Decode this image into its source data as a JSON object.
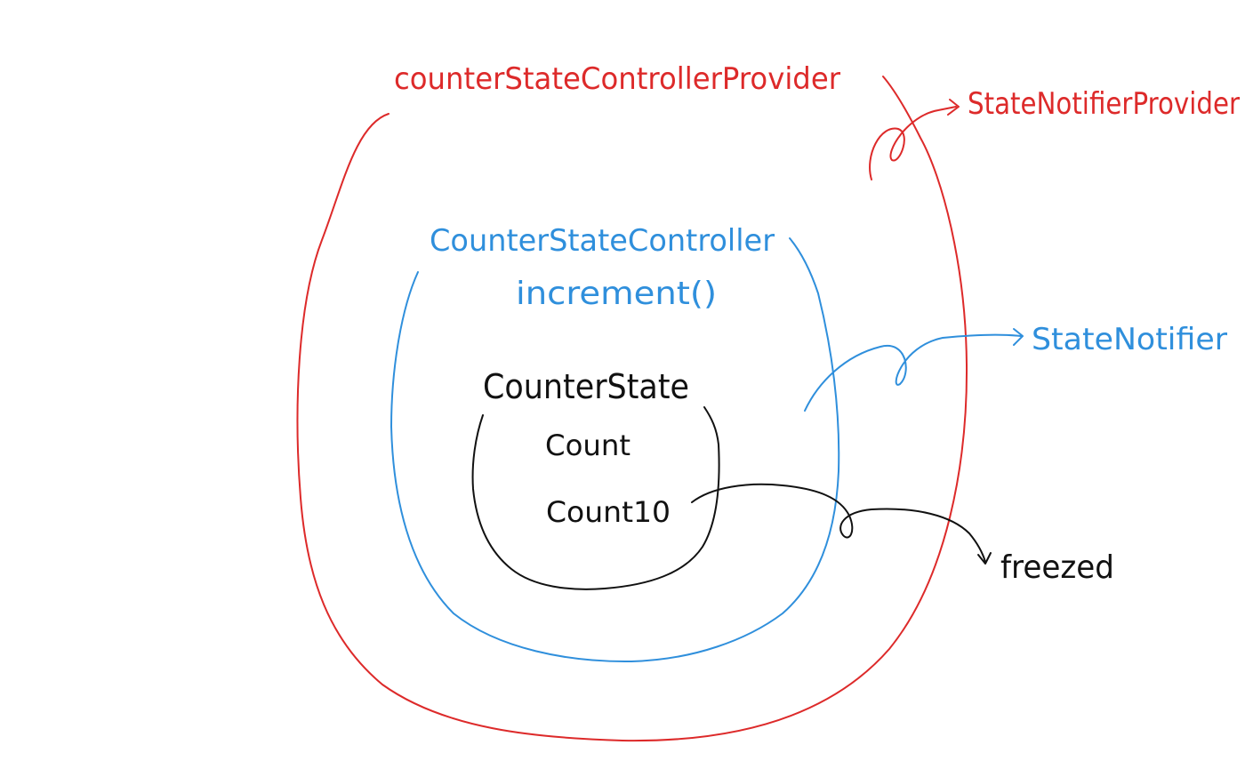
{
  "colors": {
    "red": "#dd2a2a",
    "blue": "#2f8fdc",
    "black": "#111111",
    "background": "#ffffff"
  },
  "labels": {
    "provider_variable": "counterStateControllerProvider",
    "provider_type": "StateNotifierProvider",
    "controller_class": "CounterStateController",
    "controller_method": "increment()",
    "notifier_type": "StateNotifier",
    "state_class": "CounterState",
    "state_field_1": "Count",
    "state_field_2": "Count10",
    "freezed": "freezed"
  }
}
